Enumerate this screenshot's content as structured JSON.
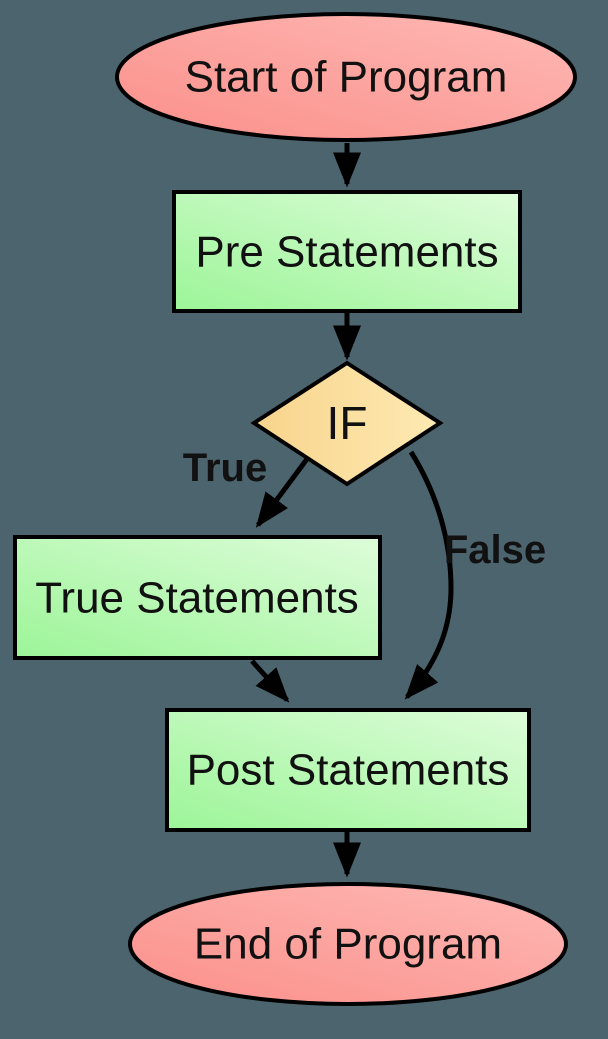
{
  "diagram": {
    "background_color": "#4c646e",
    "stroke_color": "#000000",
    "nodes": {
      "start": {
        "label": "Start of Program",
        "shape": "ellipse",
        "fill_from": "#fb8f8a",
        "fill_to": "#feb9b5"
      },
      "pre": {
        "label": "Pre Statements",
        "shape": "rectangle",
        "fill_from": "#9cf598",
        "fill_to": "#defcda"
      },
      "decision": {
        "label": "IF",
        "shape": "diamond",
        "fill_from": "#f8d48c",
        "fill_to": "#fdeab3"
      },
      "true_block": {
        "label": "True Statements",
        "shape": "rectangle",
        "fill_from": "#9cf598",
        "fill_to": "#defcda"
      },
      "post": {
        "label": "Post Statements",
        "shape": "rectangle",
        "fill_from": "#9cf598",
        "fill_to": "#defcda"
      },
      "end": {
        "label": "End of Program",
        "shape": "ellipse",
        "fill_from": "#fb8f8a",
        "fill_to": "#feb9b5"
      }
    },
    "edge_labels": {
      "true_branch": "True",
      "false_branch": "False"
    }
  }
}
